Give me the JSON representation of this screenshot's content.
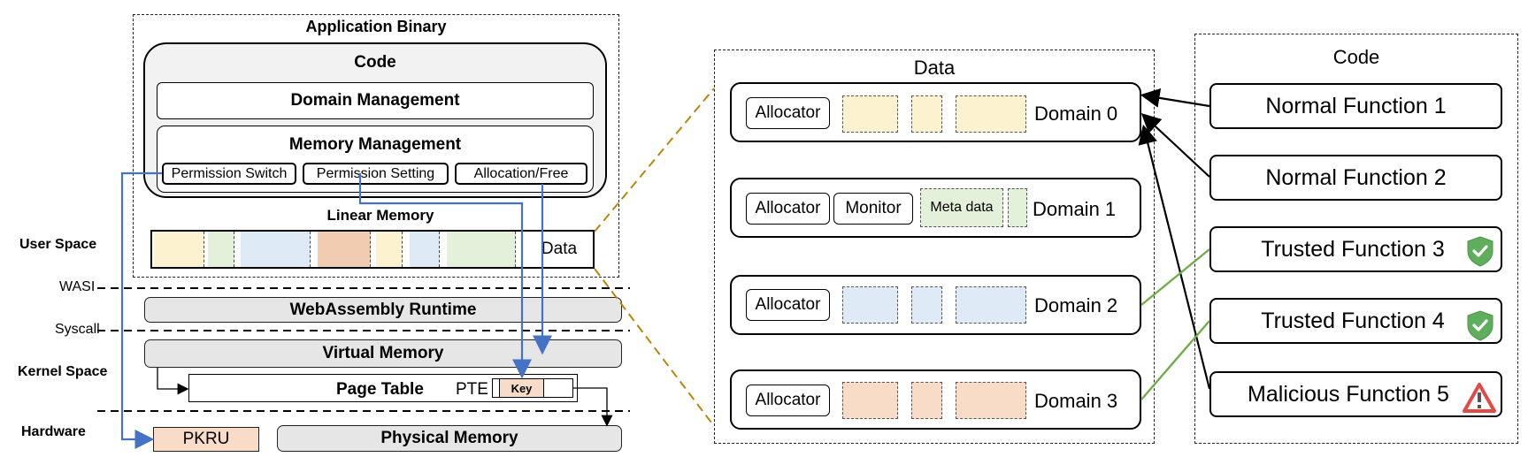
{
  "left": {
    "app_binary": "Application Binary",
    "code": "Code",
    "domain_management": "Domain Management",
    "memory_management": "Memory Management",
    "permission_switch": "Permission Switch",
    "permission_setting": "Permission Setting",
    "allocation_free": "Allocation/Free",
    "linear_memory": "Linear Memory",
    "data": "Data",
    "user_space": "User Space",
    "wasi": "WASI",
    "webassembly_runtime": "WebAssembly Runtime",
    "syscall": "Syscall",
    "virtual_memory": "Virtual Memory",
    "kernel_space": "Kernel Space",
    "page_table": "Page Table",
    "pte": "PTE",
    "key": "Key",
    "hardware": "Hardware",
    "pkru": "PKRU",
    "physical_memory": "Physical Memory"
  },
  "data_panel": {
    "title": "Data",
    "domains": [
      {
        "allocator": "Allocator",
        "name": "Domain 0"
      },
      {
        "allocator": "Allocator",
        "monitor": "Monitor",
        "meta": "Meta data",
        "name": "Domain 1"
      },
      {
        "allocator": "Allocator",
        "name": "Domain 2"
      },
      {
        "allocator": "Allocator",
        "name": "Domain 3"
      }
    ]
  },
  "code_panel": {
    "title": "Code",
    "functions": [
      {
        "label": "Normal Function 1",
        "badge": "none"
      },
      {
        "label": "Normal Function 2",
        "badge": "none"
      },
      {
        "label": "Trusted Function 3",
        "badge": "shield-check"
      },
      {
        "label": "Trusted Function 4",
        "badge": "shield-check"
      },
      {
        "label": "Malicious Function 5",
        "badge": "warning-triangle"
      }
    ]
  },
  "colors": {
    "yellow": "#fdf2cf",
    "green": "#e3f0da",
    "blue": "#deebf6",
    "orange": "#f8dcc8",
    "salmon": "#f2ccb0",
    "arrow_blue": "#4472c4",
    "arrow_green": "#70ad47",
    "leader_gold": "#b8860b",
    "shield": "#5fae5b",
    "warning": "#e04b45"
  }
}
